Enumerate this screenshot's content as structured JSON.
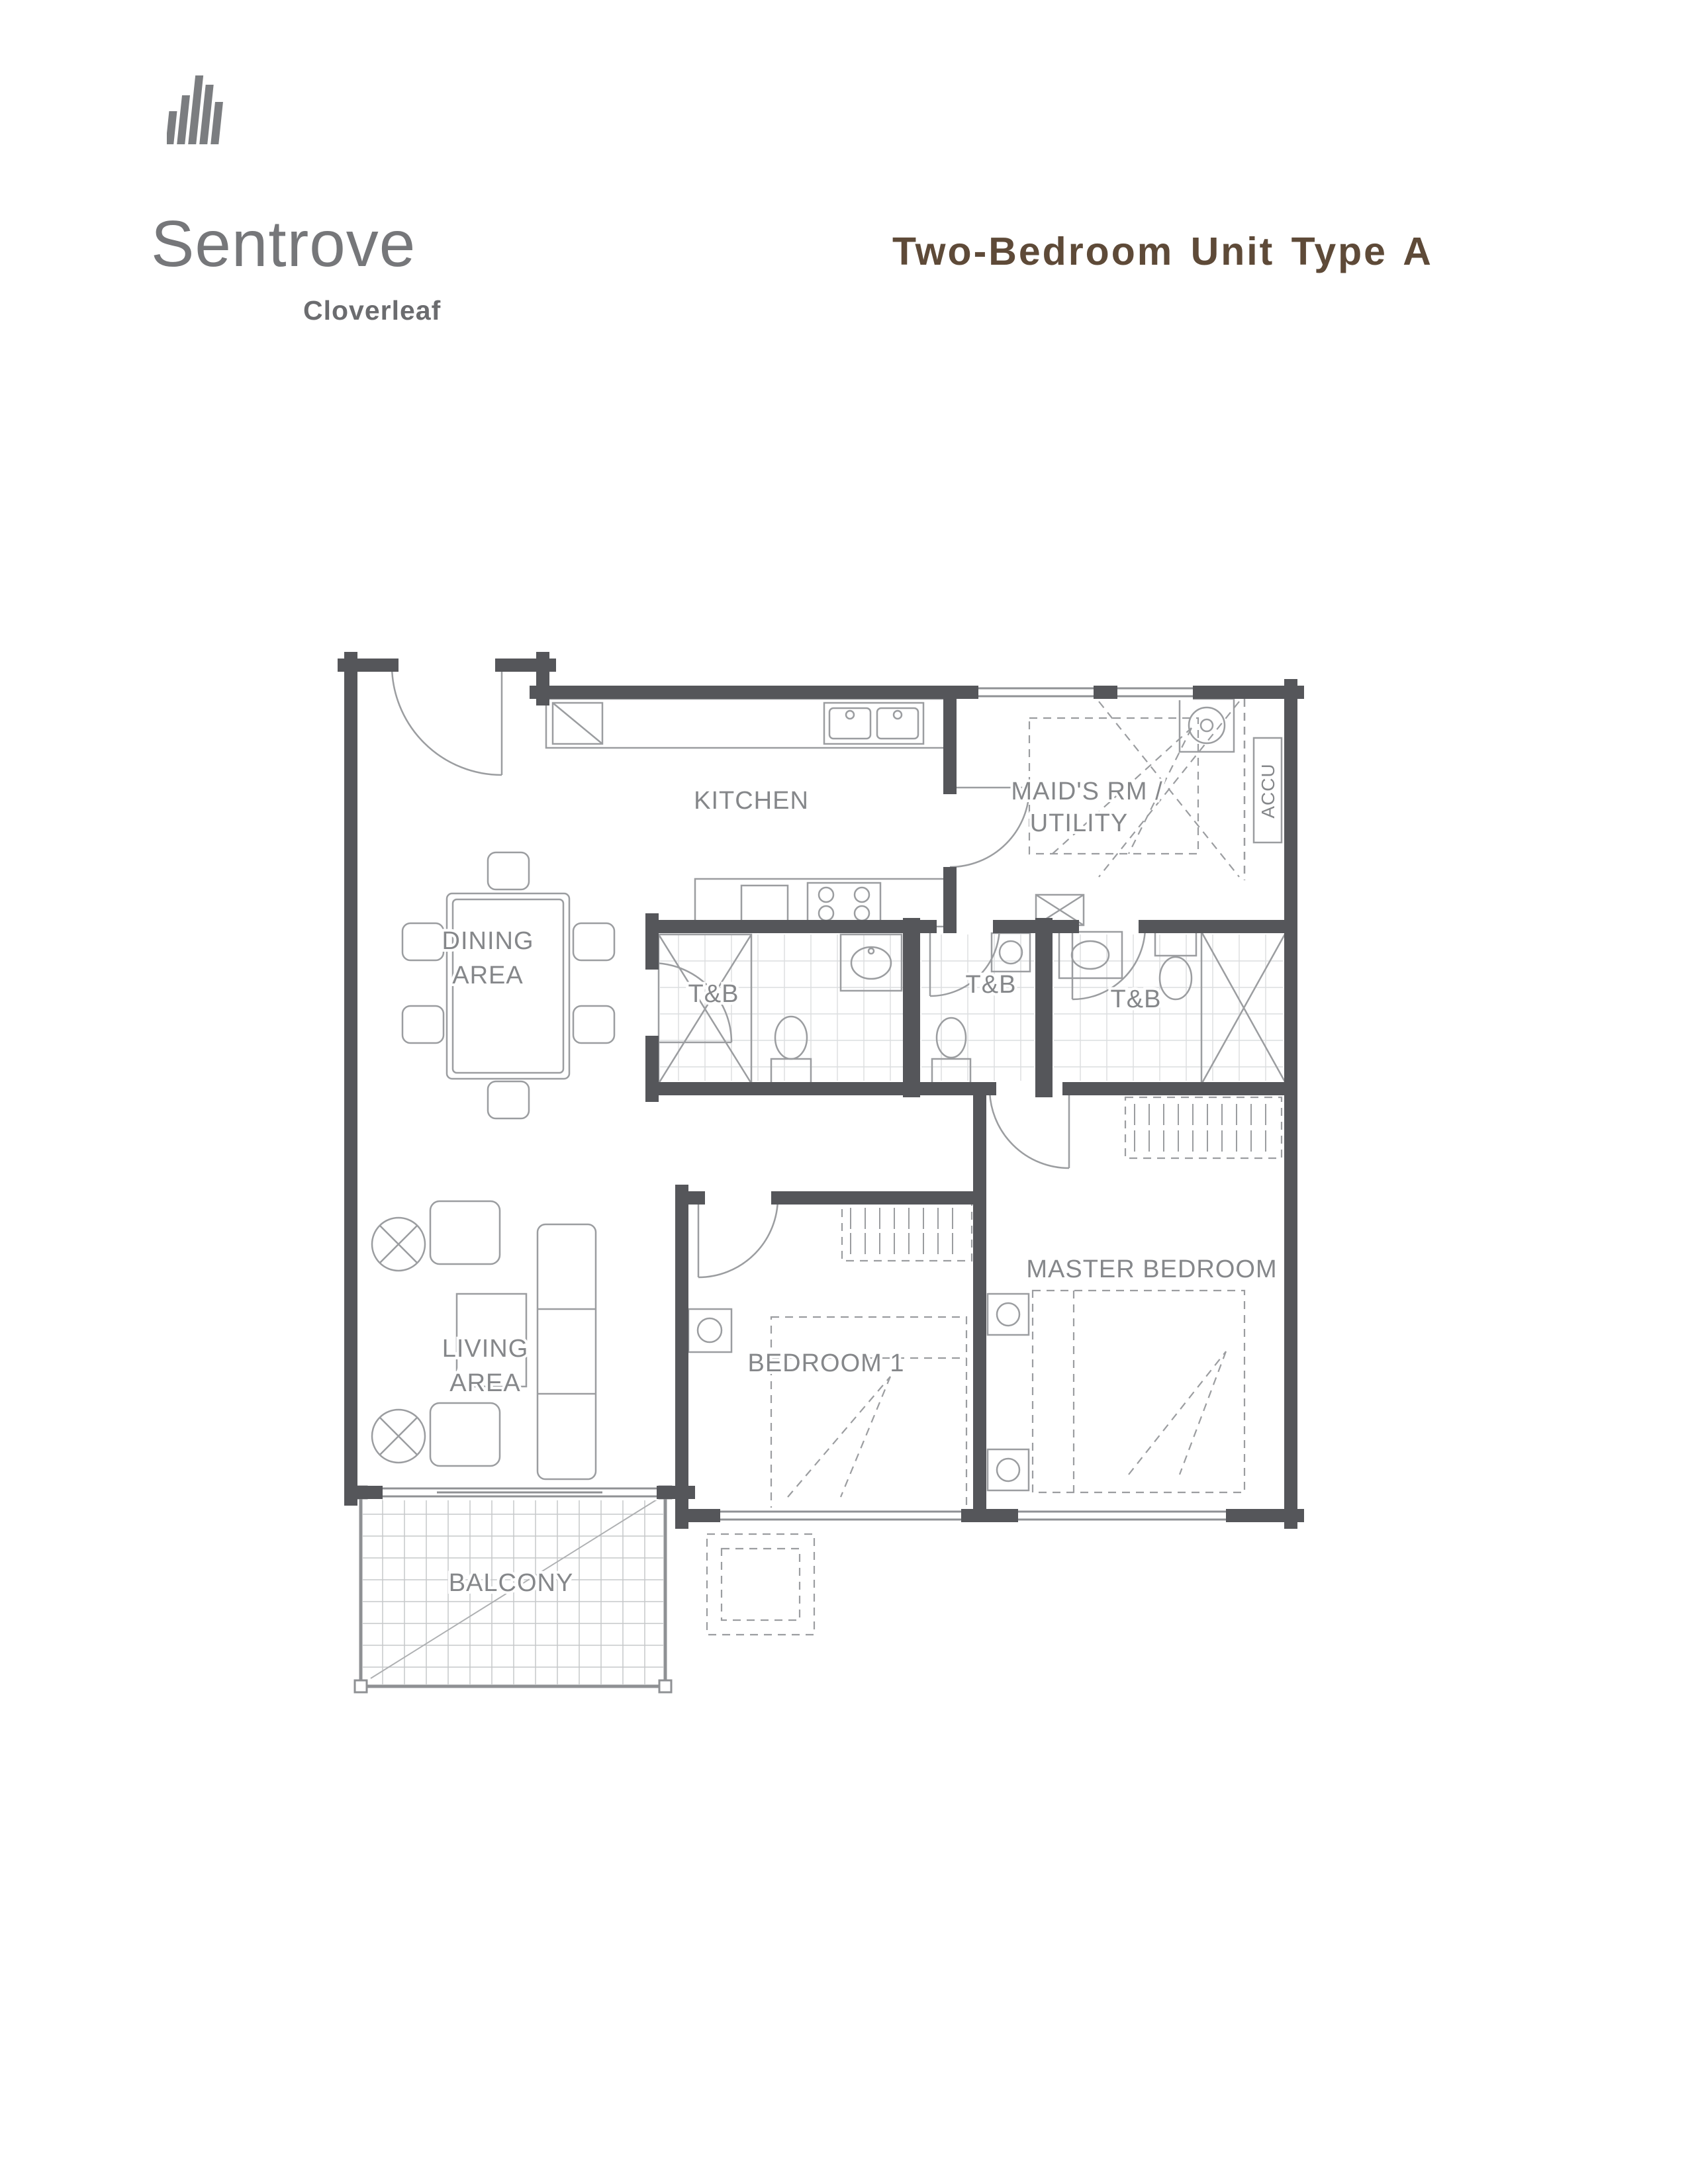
{
  "header": {
    "brand": "Sentrove",
    "brand_subtitle": "Cloverleaf",
    "title": "Two-Bedroom Unit Type A",
    "title_color": "#5e4a38",
    "logo_icon": "building-bars-icon"
  },
  "floor_plan": {
    "rooms": {
      "kitchen": {
        "label": "KITCHEN"
      },
      "maids_room": {
        "label_line1": "MAID'S RM /",
        "label_line2": "UTILITY"
      },
      "dining_area": {
        "label_line1": "DINING",
        "label_line2": "AREA"
      },
      "toilet_bath_left": {
        "label": "T&B"
      },
      "toilet_bath_middle": {
        "label": "T&B"
      },
      "toilet_bath_right": {
        "label": "T&B"
      },
      "living_area": {
        "label_line1": "LIVING",
        "label_line2": "AREA"
      },
      "bedroom_1": {
        "label": "BEDROOM 1"
      },
      "master_bedroom": {
        "label": "MASTER BEDROOM"
      },
      "balcony": {
        "label": "BALCONY"
      },
      "accu": {
        "label": "ACCU"
      }
    },
    "colors": {
      "wall": "#55565a",
      "fixture_line": "#9b9da0",
      "label_text": "#85878a"
    }
  }
}
